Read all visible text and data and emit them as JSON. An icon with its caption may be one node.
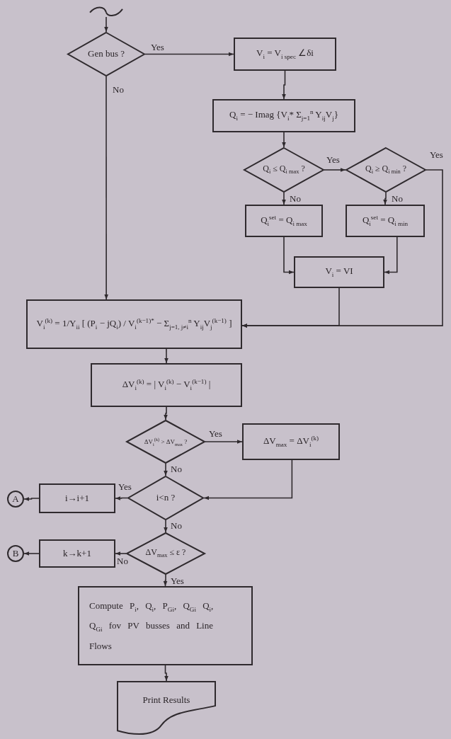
{
  "diagram": {
    "nodes": [
      {
        "text": [],
        "shape": "wave"
      },
      {
        "text": [
          "Gen bus ?"
        ]
      },
      {
        "text": [
          "V$_{i}$ = V$_{i spec}$ ∠δi"
        ]
      },
      {
        "text": [
          "Q$_{i}$ = − Imag {V$_{i}$* Σ$_{j=1}$$^{n}$ Y$_{ij}$V$_{j}$}"
        ]
      },
      {
        "text": [
          "Q$_{i}$ ≤ Q$_{i max}$ ?"
        ]
      },
      {
        "text": [
          "Q$_{i}$ ≥ Q$_{i min}$ ?"
        ]
      },
      {
        "text": [
          "Q$_{i}$$^{set}$ = Q$_{i max}$"
        ]
      },
      {
        "text": [
          "Q$_{i}$$^{set}$ = Q$_{i min}$"
        ]
      },
      {
        "text": [
          "V$_{i}$ = VI"
        ]
      },
      {
        "text": [
          "V$_{i}$$^{(k)}$ = 1/Y$_{ii}$ [ (P$_{i}$ − jQ$_{i}$) / V$_{i}$$^{(k−1)*}$ − Σ$_{j=1, j≠i}$$^{n}$ Y$_{ij}$V$_{j}$$^{(k−1)}$ ]"
        ]
      },
      {
        "text": [
          "ΔV$_{i}$$^{(k)}$ = | V$_{i}$$^{(k)}$ − V$_{i}$$^{(k−1)}$ |"
        ]
      },
      {
        "text": [
          "ΔV$_{i}$$^{(k)}$ > ΔV$_{max}$ ?"
        ]
      },
      {
        "text": [
          "ΔV$_{max}$ = ΔV$_{i}$$^{(k)}$"
        ]
      },
      {
        "text": [
          "i<n ?"
        ]
      },
      {
        "text": [
          "i→i+1"
        ]
      },
      {
        "text": [
          "A"
        ]
      },
      {
        "text": [
          "ΔV$_{max}$ ≤ ε ?"
        ]
      },
      {
        "text": [
          "k→k+1"
        ]
      },
      {
        "text": [
          "B"
        ]
      },
      {
        "text": [
          "Compute P$_{i}$, Q$_{i}$, P$_{Gi}$, Q$_{Gi}$ Q$_{i}$, Q$_{Gi}$ fov PV busses and Line Flows"
        ]
      },
      {
        "text": [
          "Print Results"
        ]
      }
    ],
    "edges": [
      {
        "from": 0,
        "to": 1,
        "arrow": "to"
      },
      {
        "from": 1,
        "to": 2,
        "arrow": "to",
        "label": "Yes"
      },
      {
        "from": 1,
        "to": 9,
        "arrow": "to",
        "label": "No"
      },
      {
        "from": 2,
        "to": 3,
        "arrow": "to"
      },
      {
        "from": 3,
        "to": 4,
        "arrow": "to"
      },
      {
        "from": 4,
        "to": 5,
        "arrow": "to",
        "label": "Yes"
      },
      {
        "from": 4,
        "to": 6,
        "arrow": "to",
        "label": "No"
      },
      {
        "from": 5,
        "to": 7,
        "arrow": "to",
        "label": "No"
      },
      {
        "from": 6,
        "to": 8,
        "arrow": "to"
      },
      {
        "from": 7,
        "to": 8,
        "arrow": "to"
      },
      {
        "from": 5,
        "to": 9,
        "arrow": "to",
        "label": "Yes"
      },
      {
        "from": 8,
        "to": 9,
        "arrow": "to"
      },
      {
        "from": 9,
        "to": 10,
        "arrow": "to"
      },
      {
        "from": 10,
        "to": 11,
        "arrow": "to"
      },
      {
        "from": 11,
        "to": 12,
        "arrow": "to",
        "label": "Yes"
      },
      {
        "from": 11,
        "to": 13,
        "arrow": "to",
        "label": "No"
      },
      {
        "from": 12,
        "to": 13,
        "arrow": "to"
      },
      {
        "from": 13,
        "to": 14,
        "arrow": "to",
        "label": "Yes"
      },
      {
        "from": 14,
        "to": 15,
        "arrow": "to"
      },
      {
        "from": 13,
        "to": 16,
        "arrow": "to",
        "label": "No"
      },
      {
        "from": 16,
        "to": 17,
        "arrow": "to",
        "label": "No"
      },
      {
        "from": 17,
        "to": 18,
        "arrow": "to"
      },
      {
        "from": 16,
        "to": 19,
        "arrow": "to",
        "label": "Yes"
      },
      {
        "from": 19,
        "to": 20,
        "arrow": "to"
      }
    ]
  }
}
